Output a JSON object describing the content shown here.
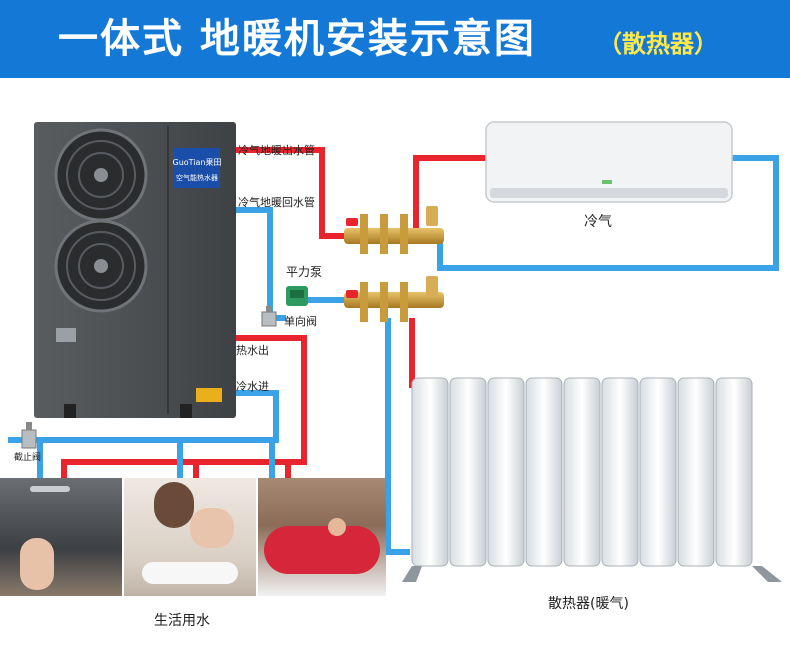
{
  "header": {
    "title": "一体式 地暖机安装示意图",
    "subtitle": "（散热器）"
  },
  "heat_pump": {
    "brand": "GuoTian果田",
    "product": "空气能热水器"
  },
  "labels": {
    "cold_floor_out": "冷气地暖出水管",
    "cold_floor_return": "冷气地暖回水管",
    "balance_pump": "平力泵",
    "check_valve": "单向阀",
    "hot_out": "热水出",
    "cold_in": "冷水进",
    "stop_valve": "截止阀",
    "ac": "冷气",
    "radiator": "散热器(暖气)",
    "domestic_water": "生活用水"
  },
  "colors": {
    "banner": "#1479d6",
    "subtitle": "#ffe84a",
    "hot_pipe": "#e8242c",
    "cold_pipe": "#3aa3e8"
  }
}
